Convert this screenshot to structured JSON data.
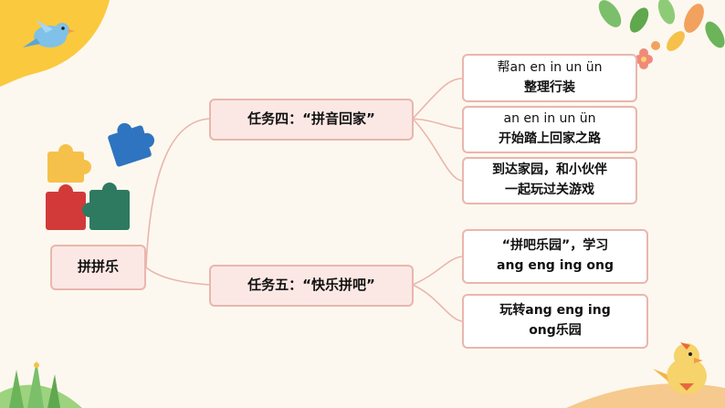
{
  "root": {
    "label": "拼拼乐"
  },
  "tasks": [
    {
      "label": "任务四：“拼音回家”"
    },
    {
      "label": "任务五：“快乐拼吧”"
    }
  ],
  "leaves": [
    {
      "line1": "帮an en in un ün",
      "line2": "整理行装"
    },
    {
      "line1": "an en in un ün",
      "line2": "开始踏上回家之路"
    },
    {
      "line1": "到达家园，和小伙伴",
      "line2": "一起玩过关游戏"
    },
    {
      "line1": "“拼吧乐园”，学习",
      "line2": "ang  eng  ing  ong"
    },
    {
      "line1": "玩转ang  eng  ing",
      "line2": "ong乐园"
    }
  ],
  "colors": {
    "connector": "#e9b6ae",
    "box_fill": "#fbe8e4",
    "background": "#fdf8ef"
  },
  "icons": [
    "puzzle-pieces-icon",
    "bird-icon",
    "leaves-decoration",
    "grass-decoration",
    "chick-icon",
    "flower-icon"
  ]
}
